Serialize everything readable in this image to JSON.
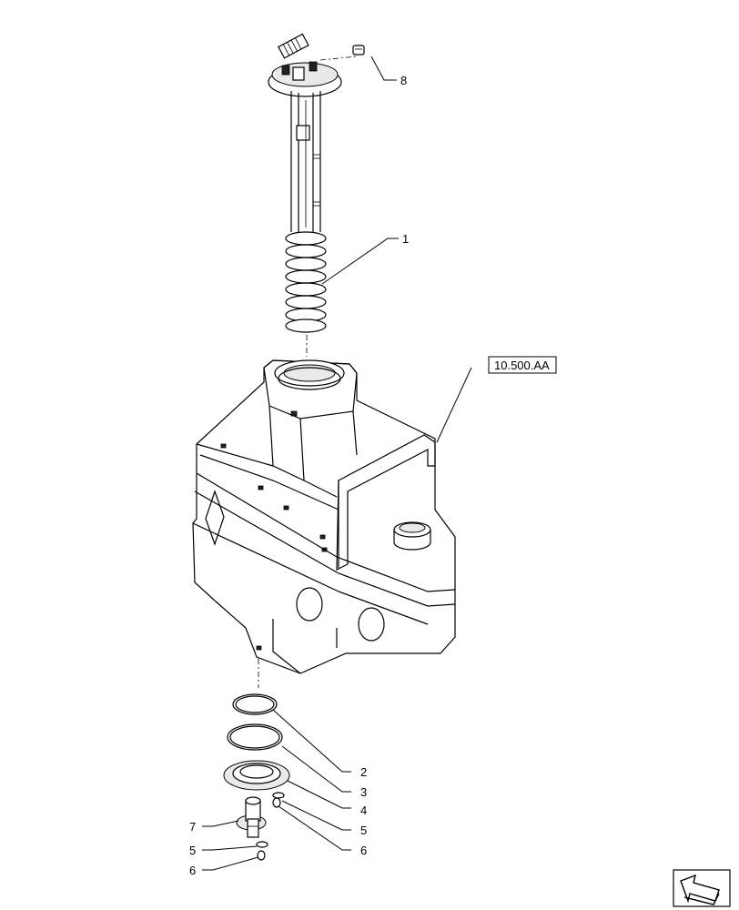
{
  "callouts": {
    "c1": "1",
    "c2": "2",
    "c3": "3",
    "c4": "4",
    "c5a": "5",
    "c5b": "5",
    "c6a": "6",
    "c6b": "6",
    "c7": "7",
    "c8": "8"
  },
  "reference": {
    "label": "10.500.AA"
  },
  "nav": {
    "icon": "arrow-icon"
  }
}
